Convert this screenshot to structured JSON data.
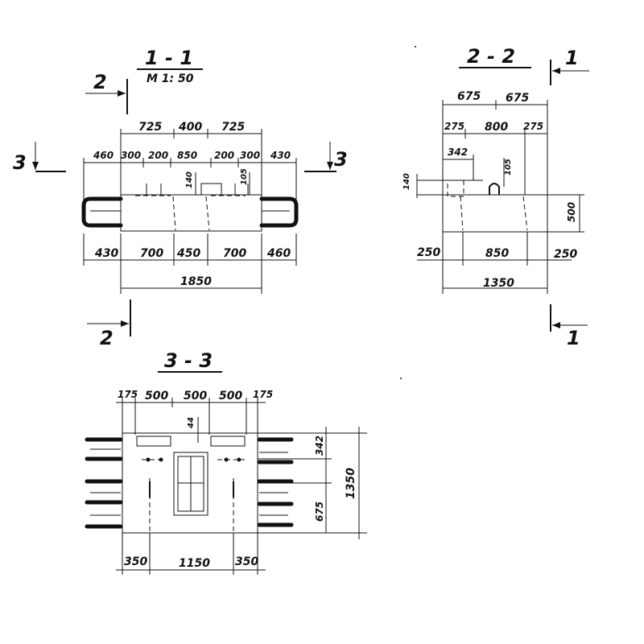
{
  "section_1": {
    "title": "1 - 1",
    "scale": "М 1: 50",
    "top_row": [
      "725",
      "400",
      "725"
    ],
    "second_row": [
      "460",
      "300",
      "200",
      "850",
      "200",
      "300",
      "430"
    ],
    "dim_140": "140",
    "dim_105": "105",
    "bottom_row": [
      "430",
      "700",
      "450",
      "700",
      "460"
    ],
    "total": "1850"
  },
  "section_2": {
    "title": "2 - 2",
    "top_row": [
      "675",
      "675"
    ],
    "second_row": [
      "275",
      "800",
      "275"
    ],
    "dim_342": "342",
    "dim_105": "105",
    "dim_140": "140",
    "dim_500": "500",
    "bottom_row": [
      "250",
      "850",
      "250"
    ],
    "total": "1350"
  },
  "section_3": {
    "title": "3 - 3",
    "top_row": [
      "175",
      "500",
      "500",
      "500",
      "175"
    ],
    "dim_44": "44",
    "dim_342": "342",
    "dim_675": "675",
    "dim_1350": "1350",
    "bottom_row": [
      "350",
      "1150",
      "350"
    ]
  },
  "markers": {
    "cut_2": "2",
    "cut_3": "3",
    "cut_1": "1"
  }
}
